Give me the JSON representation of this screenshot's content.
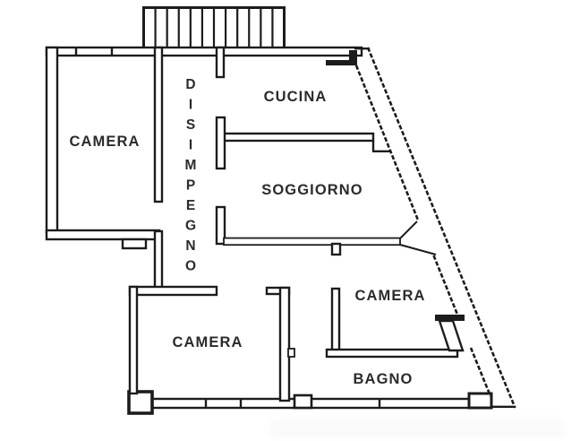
{
  "colors": {
    "line": "#1c1c1c",
    "text": "#2b2b2b",
    "background": "#ffffff"
  },
  "stairs": {
    "steps": 12
  },
  "rooms": {
    "camera_top_left": {
      "label": "CAMERA"
    },
    "cucina": {
      "label": "CUCINA"
    },
    "disimpegno": {
      "label": "DISIMPEGNO"
    },
    "soggiorno": {
      "label": "SOGGIORNO"
    },
    "camera_bottom_center": {
      "label": "CAMERA"
    },
    "camera_bottom_right": {
      "label": "CAMERA"
    },
    "bagno": {
      "label": "BAGNO"
    }
  }
}
